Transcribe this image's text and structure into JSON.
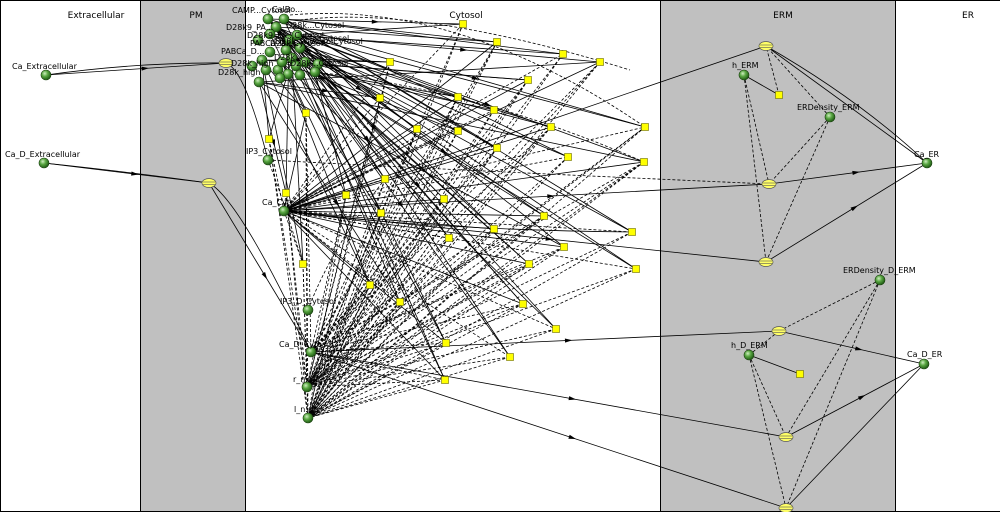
{
  "compartments": [
    {
      "id": "extracellular",
      "title": "Extracellular",
      "fill": "#ffffff"
    },
    {
      "id": "pm",
      "title": "PM",
      "fill": "#c0c0c0"
    },
    {
      "id": "cytosol",
      "title": "Cytosol",
      "fill": "#ffffff"
    },
    {
      "id": "erm",
      "title": "ERM",
      "fill": "#c0c0c0"
    },
    {
      "id": "er",
      "title": "ER",
      "fill": "#ffffff"
    }
  ],
  "species": [
    {
      "id": "ca_ext",
      "label": "Ca_Extracellular"
    },
    {
      "id": "cad_ext",
      "label": "Ca_D_Extracellular"
    },
    {
      "id": "camp",
      "label": "CAMP...Cytosol"
    },
    {
      "id": "calbo",
      "label": "CalBo..."
    },
    {
      "id": "d28k9",
      "label": "D28k9_PA..."
    },
    {
      "id": "d28kcyt",
      "label": "D28k...Cytosol"
    },
    {
      "id": "pabca",
      "label": "PABCa_D..."
    },
    {
      "id": "d28k1",
      "label": "D28k..."
    },
    {
      "id": "d28khigh",
      "label": "D28k_high"
    },
    {
      "id": "d28kcytb",
      "label": "D28k...Cytosol"
    },
    {
      "id": "ip3",
      "label": "IP3_Cytosol"
    },
    {
      "id": "ca_cyt",
      "label": "Ca_Cytosol"
    },
    {
      "id": "ip3d",
      "label": "IP3_D_Cytosol"
    },
    {
      "id": "ca_d_cyt",
      "label": "Ca_D_Cytosol"
    },
    {
      "id": "r_n",
      "label": "r_n"
    },
    {
      "id": "l_n",
      "label": "l_n..."
    },
    {
      "id": "h_erm",
      "label": "h_ERM"
    },
    {
      "id": "erdens",
      "label": "ERDensity_ERM"
    },
    {
      "id": "ca_er",
      "label": "Ca_ER"
    },
    {
      "id": "erdensd",
      "label": "ERDensity_D_ERM"
    },
    {
      "id": "h_d_erm",
      "label": "h_D_ERM"
    },
    {
      "id": "ca_d_er",
      "label": "Ca_D_ER"
    }
  ],
  "colors": {
    "membrane": "#c0c0c0",
    "species_fill": "#4f9a3c",
    "reaction_fill": "#ffff00",
    "flux_fill": "#ffff66"
  }
}
